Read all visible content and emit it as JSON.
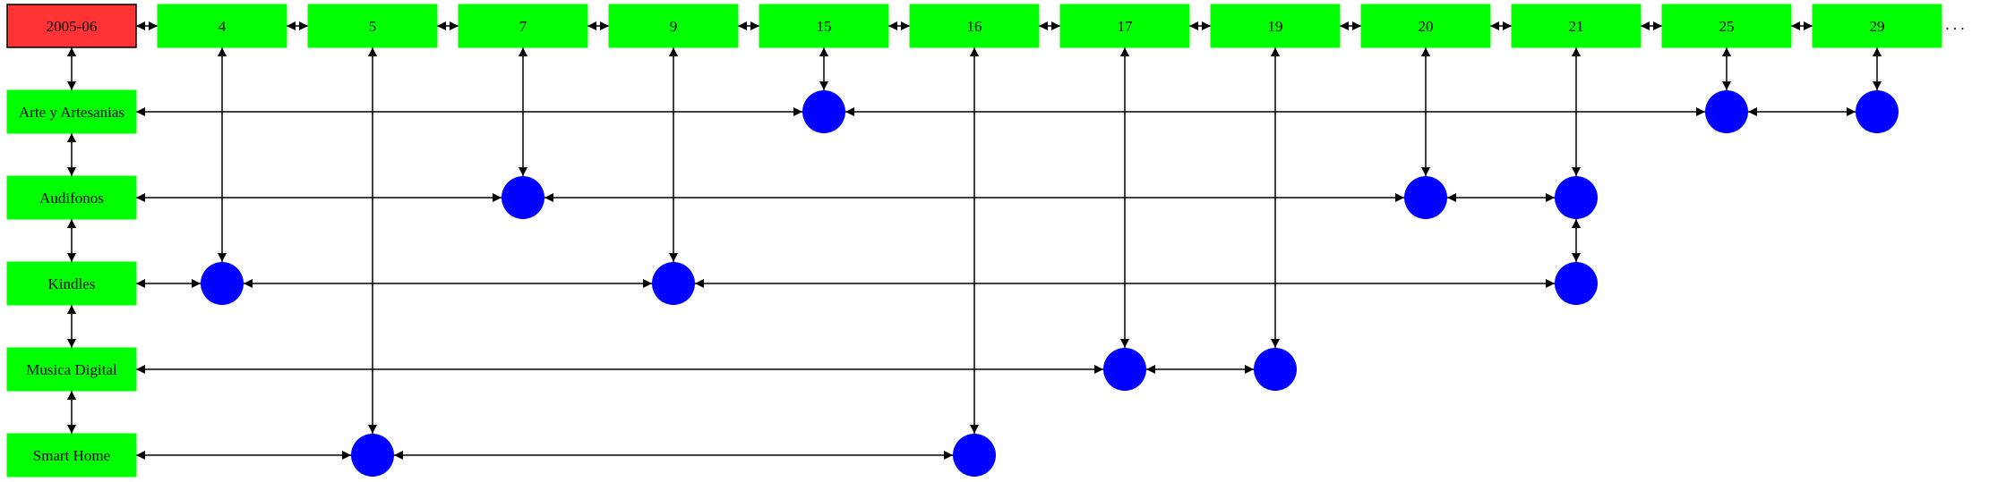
{
  "corner": {
    "label": "2005-06",
    "color": "#ff3333"
  },
  "columns": [
    "4",
    "5",
    "7",
    "9",
    "15",
    "16",
    "17",
    "19",
    "20",
    "21",
    "25",
    "29"
  ],
  "more_indicator": ". . .",
  "rows": [
    "Arte y Artesanias",
    "Audifonos",
    "Kindles",
    "Musica Digital",
    "Smart Home"
  ],
  "nodes": [
    {
      "row": 0,
      "col": "15"
    },
    {
      "row": 0,
      "col": "25"
    },
    {
      "row": 0,
      "col": "29"
    },
    {
      "row": 1,
      "col": "7"
    },
    {
      "row": 1,
      "col": "20"
    },
    {
      "row": 1,
      "col": "21"
    },
    {
      "row": 2,
      "col": "4"
    },
    {
      "row": 2,
      "col": "9"
    },
    {
      "row": 2,
      "col": "21"
    },
    {
      "row": 3,
      "col": "17"
    },
    {
      "row": 3,
      "col": "19"
    },
    {
      "row": 4,
      "col": "5"
    },
    {
      "row": 4,
      "col": "16"
    }
  ],
  "colors": {
    "box": "#00ff00",
    "node": "#0000ff",
    "edge": "#000000"
  }
}
